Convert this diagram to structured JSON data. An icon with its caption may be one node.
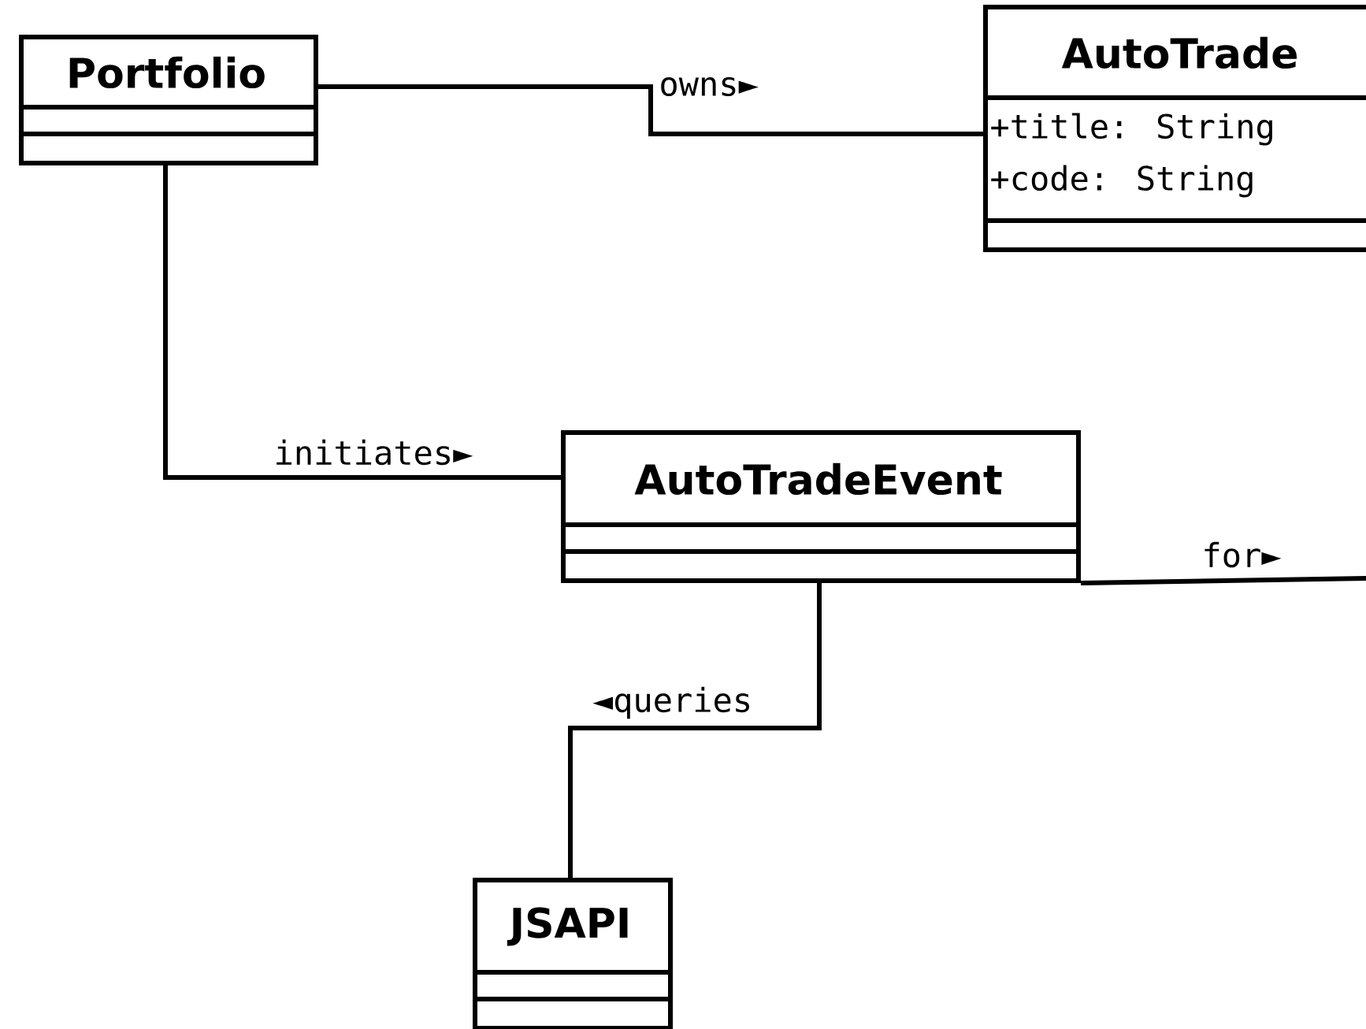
{
  "diagram": {
    "nodes": [
      {
        "text": [
          "Portfolio"
        ]
      },
      {
        "text": [
          "AutoTrade",
          "+title: String",
          "+code: String"
        ]
      },
      {
        "text": [
          "AutoTradeEvent"
        ]
      },
      {
        "text": [
          "JSAPI"
        ]
      }
    ],
    "edges": [
      {
        "from": 0,
        "to": 1,
        "arrow": "none",
        "label": "owns►"
      },
      {
        "from": 0,
        "to": 2,
        "arrow": "none",
        "label": "initiates►"
      },
      {
        "from": 2,
        "to": null,
        "arrow": "none",
        "label": "for►"
      },
      {
        "from": 2,
        "to": 3,
        "arrow": "none",
        "label": "◄queries"
      }
    ]
  }
}
